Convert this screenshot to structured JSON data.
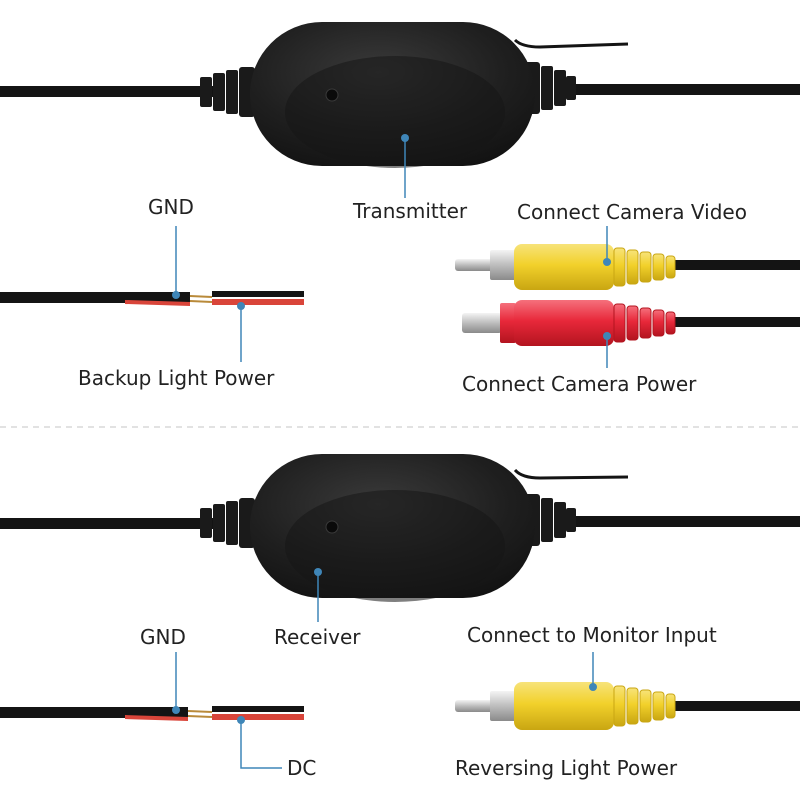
{
  "labels": {
    "transmitter": "Transmitter",
    "camera_video": "Connect Camera Video",
    "gnd_top": "GND",
    "backup_light_power": "Backup Light Power",
    "camera_power": "Connect Camera Power",
    "receiver": "Receiver",
    "gnd_bottom": "GND",
    "monitor_input": "Connect to Monitor Input",
    "dc": "DC",
    "reversing_light_power": "Reversing Light Power"
  },
  "colors": {
    "background": "#ffffff",
    "cable": "#141414",
    "module_body": "#1d1d1d",
    "leader_line": "#3f86b8",
    "rca_yellow": "#f2d12b",
    "rca_red": "#e8283a",
    "wire_red": "#d9453a",
    "divider": "#d8d8d8"
  },
  "icons": {
    "module": "wireless-module-icon",
    "rca_plug": "rca-plug-icon",
    "dc_plug": "dc-plug-icon",
    "led": "led-indicator-icon"
  }
}
